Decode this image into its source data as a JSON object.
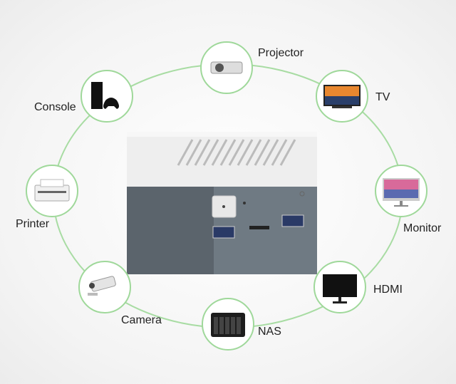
{
  "ring_color": "#9fd89a",
  "devices": [
    {
      "label": "Projector",
      "icon": "projector-icon"
    },
    {
      "label": "TV",
      "icon": "tv-icon"
    },
    {
      "label": "Monitor",
      "icon": "monitor-icon"
    },
    {
      "label": "HDMI",
      "icon": "hdmi-display-icon"
    },
    {
      "label": "NAS",
      "icon": "nas-icon"
    },
    {
      "label": "Camera",
      "icon": "camera-icon"
    },
    {
      "label": "Printer",
      "icon": "printer-icon"
    },
    {
      "label": "Console",
      "icon": "console-icon"
    }
  ]
}
